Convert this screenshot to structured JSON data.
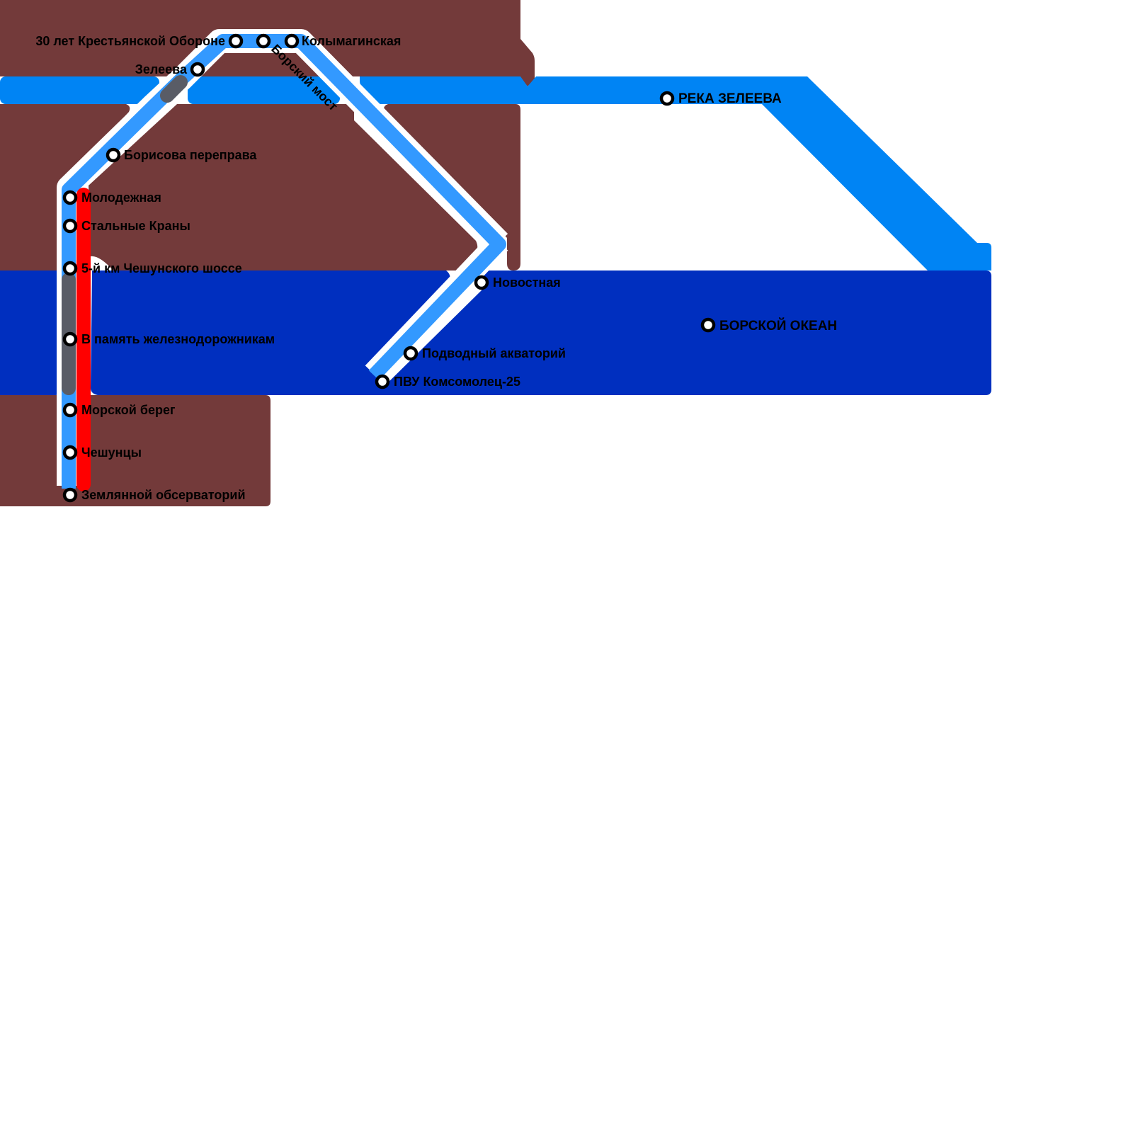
{
  "map": {
    "colors": {
      "land": "#733a3a",
      "river": "#0084f4",
      "ocean": "#002fbf",
      "line_blue": "#3399ff",
      "line_red": "#ff0000",
      "line_gray": "#595c66",
      "casing": "#ffffff",
      "station_ring": "#000000",
      "station_fill": "#ffffff",
      "text": "#000000"
    },
    "water_labels": [
      {
        "id": "river",
        "name": "РЕКА ЗЕЛЕЕВА"
      },
      {
        "id": "ocean",
        "name": "БОРСКОЙ ОКЕАН"
      }
    ],
    "lines": [
      {
        "id": "blue",
        "color": "#3399ff"
      },
      {
        "id": "red",
        "color": "#ff0000"
      },
      {
        "id": "gray",
        "color": "#595c66"
      }
    ],
    "stations": [
      {
        "id": "s1",
        "name": "30 лет Крестьянской Обороне"
      },
      {
        "id": "s2",
        "name": "Борский мост"
      },
      {
        "id": "s3",
        "name": "Колымагинская"
      },
      {
        "id": "s4",
        "name": "Зелеева"
      },
      {
        "id": "s5",
        "name": "Борисова переправа"
      },
      {
        "id": "s6",
        "name": "Молодежная"
      },
      {
        "id": "s7",
        "name": "Стальные Краны"
      },
      {
        "id": "s8",
        "name": "5-й км Чешунского шоссе"
      },
      {
        "id": "s9",
        "name": "В память железнодорожникам"
      },
      {
        "id": "s10",
        "name": "Морской берег"
      },
      {
        "id": "s11",
        "name": "Чешунцы"
      },
      {
        "id": "s12",
        "name": "Землянной обсерваторий"
      },
      {
        "id": "s13",
        "name": "Новостная"
      },
      {
        "id": "s14",
        "name": "Подводный акваторий"
      },
      {
        "id": "s15",
        "name": "ПВУ Комсомолец-25"
      }
    ]
  }
}
